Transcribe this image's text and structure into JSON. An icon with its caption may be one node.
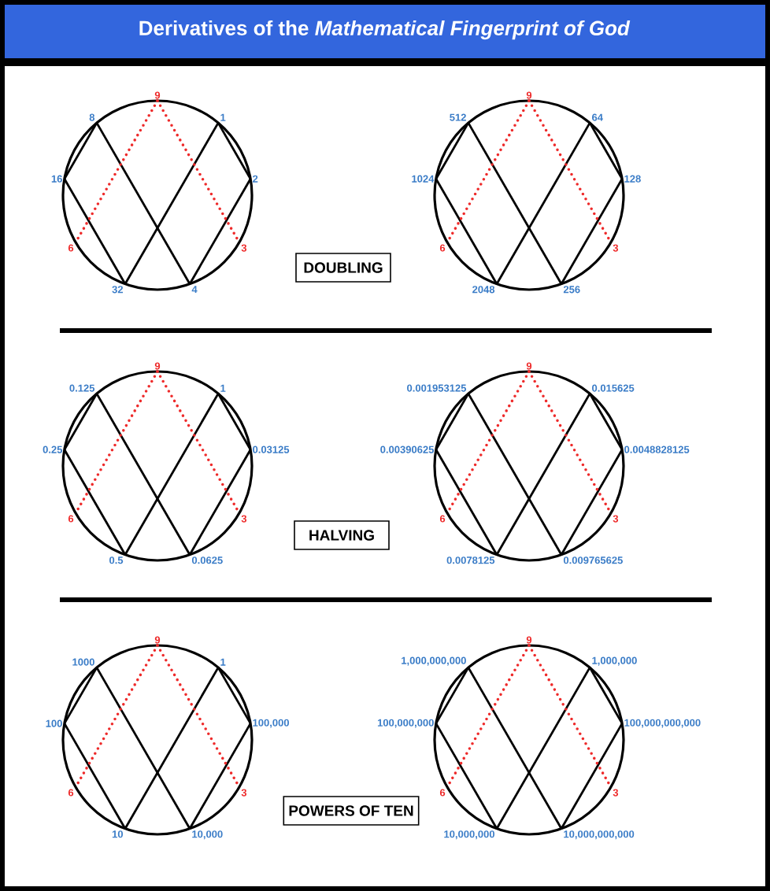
{
  "diagram": {
    "title": "Derivatives of the *Mathematical Fingerprint of God*",
    "nodes": [
      {
        "text": [
          "9"
        ]
      },
      {
        "text": [
          "8"
        ]
      },
      {
        "text": [
          "1"
        ]
      },
      {
        "text": [
          "16"
        ]
      },
      {
        "text": [
          "2"
        ]
      },
      {
        "text": [
          "6"
        ]
      },
      {
        "text": [
          "3"
        ]
      },
      {
        "text": [
          "32"
        ]
      },
      {
        "text": [
          "4"
        ]
      },
      {
        "text": [
          "9"
        ]
      },
      {
        "text": [
          "512"
        ]
      },
      {
        "text": [
          "64"
        ]
      },
      {
        "text": [
          "1024"
        ]
      },
      {
        "text": [
          "128"
        ]
      },
      {
        "text": [
          "6"
        ]
      },
      {
        "text": [
          "3"
        ]
      },
      {
        "text": [
          "2048"
        ]
      },
      {
        "text": [
          "256"
        ]
      },
      {
        "text": [
          "DOUBLING"
        ]
      },
      {
        "text": [
          "9"
        ]
      },
      {
        "text": [
          "0.125"
        ]
      },
      {
        "text": [
          "1"
        ]
      },
      {
        "text": [
          "0.25"
        ]
      },
      {
        "text": [
          "0.03125"
        ]
      },
      {
        "text": [
          "6"
        ]
      },
      {
        "text": [
          "3"
        ]
      },
      {
        "text": [
          "0.5"
        ]
      },
      {
        "text": [
          "0.0625"
        ]
      },
      {
        "text": [
          "9"
        ]
      },
      {
        "text": [
          "0.001953125"
        ]
      },
      {
        "text": [
          "0.015625"
        ]
      },
      {
        "text": [
          "0.00390625"
        ]
      },
      {
        "text": [
          "0.0048828125"
        ]
      },
      {
        "text": [
          "6"
        ]
      },
      {
        "text": [
          "3"
        ]
      },
      {
        "text": [
          "0.0078125"
        ]
      },
      {
        "text": [
          "0.009765625"
        ]
      },
      {
        "text": [
          "HALVING"
        ]
      },
      {
        "text": [
          "9"
        ]
      },
      {
        "text": [
          "1000"
        ]
      },
      {
        "text": [
          "1"
        ]
      },
      {
        "text": [
          "100"
        ]
      },
      {
        "text": [
          "100,000"
        ]
      },
      {
        "text": [
          "6"
        ]
      },
      {
        "text": [
          "3"
        ]
      },
      {
        "text": [
          "10"
        ]
      },
      {
        "text": [
          "10,000"
        ]
      },
      {
        "text": [
          "9"
        ]
      },
      {
        "text": [
          "1,000,000,000"
        ]
      },
      {
        "text": [
          "1,000,000"
        ]
      },
      {
        "text": [
          "100,000,000"
        ]
      },
      {
        "text": [
          "100,000,000,000"
        ]
      },
      {
        "text": [
          "6"
        ]
      },
      {
        "text": [
          "3"
        ]
      },
      {
        "text": [
          "10,000,000"
        ]
      },
      {
        "text": [
          "10,000,000,000"
        ]
      },
      {
        "text": [
          "POWERS OF TEN"
        ]
      }
    ],
    "edges": [
      {
        "from": 2,
        "to": 4,
        "arrow": "none"
      },
      {
        "from": 4,
        "to": 8,
        "arrow": "none"
      },
      {
        "from": 8,
        "to": 1,
        "arrow": "none"
      },
      {
        "from": 1,
        "to": 3,
        "arrow": "none"
      },
      {
        "from": 3,
        "to": 7,
        "arrow": "none"
      },
      {
        "from": 7,
        "to": 2,
        "arrow": "none"
      },
      {
        "from": 0,
        "to": 5,
        "arrow": "none",
        "style": "dashed",
        "color": "#ee2a2a"
      },
      {
        "from": 0,
        "to": 6,
        "arrow": "none",
        "style": "dashed",
        "color": "#ee2a2a"
      },
      {
        "from": 11,
        "to": 13,
        "arrow": "none"
      },
      {
        "from": 13,
        "to": 17,
        "arrow": "none"
      },
      {
        "from": 17,
        "to": 10,
        "arrow": "none"
      },
      {
        "from": 10,
        "to": 12,
        "arrow": "none"
      },
      {
        "from": 12,
        "to": 16,
        "arrow": "none"
      },
      {
        "from": 16,
        "to": 11,
        "arrow": "none"
      },
      {
        "from": 9,
        "to": 14,
        "arrow": "none",
        "style": "dashed",
        "color": "#ee2a2a"
      },
      {
        "from": 9,
        "to": 15,
        "arrow": "none",
        "style": "dashed",
        "color": "#ee2a2a"
      },
      {
        "from": 21,
        "to": 23,
        "arrow": "none"
      },
      {
        "from": 23,
        "to": 27,
        "arrow": "none"
      },
      {
        "from": 27,
        "to": 20,
        "arrow": "none"
      },
      {
        "from": 20,
        "to": 22,
        "arrow": "none"
      },
      {
        "from": 22,
        "to": 26,
        "arrow": "none"
      },
      {
        "from": 26,
        "to": 21,
        "arrow": "none"
      },
      {
        "from": 19,
        "to": 24,
        "arrow": "none",
        "style": "dashed",
        "color": "#ee2a2a"
      },
      {
        "from": 19,
        "to": 25,
        "arrow": "none",
        "style": "dashed",
        "color": "#ee2a2a"
      },
      {
        "from": 30,
        "to": 32,
        "arrow": "none"
      },
      {
        "from": 32,
        "to": 36,
        "arrow": "none"
      },
      {
        "from": 36,
        "to": 29,
        "arrow": "none"
      },
      {
        "from": 29,
        "to": 31,
        "arrow": "none"
      },
      {
        "from": 31,
        "to": 35,
        "arrow": "none"
      },
      {
        "from": 35,
        "to": 30,
        "arrow": "none"
      },
      {
        "from": 28,
        "to": 33,
        "arrow": "none",
        "style": "dashed",
        "color": "#ee2a2a"
      },
      {
        "from": 28,
        "to": 34,
        "arrow": "none",
        "style": "dashed",
        "color": "#ee2a2a"
      },
      {
        "from": 40,
        "to": 42,
        "arrow": "none"
      },
      {
        "from": 42,
        "to": 46,
        "arrow": "none"
      },
      {
        "from": 46,
        "to": 39,
        "arrow": "none"
      },
      {
        "from": 39,
        "to": 41,
        "arrow": "none"
      },
      {
        "from": 41,
        "to": 45,
        "arrow": "none"
      },
      {
        "from": 45,
        "to": 40,
        "arrow": "none"
      },
      {
        "from": 38,
        "to": 43,
        "arrow": "none",
        "style": "dashed",
        "color": "#ee2a2a"
      },
      {
        "from": 38,
        "to": 44,
        "arrow": "none",
        "style": "dashed",
        "color": "#ee2a2a"
      },
      {
        "from": 49,
        "to": 51,
        "arrow": "none"
      },
      {
        "from": 51,
        "to": 55,
        "arrow": "none"
      },
      {
        "from": 55,
        "to": 48,
        "arrow": "none"
      },
      {
        "from": 48,
        "to": 50,
        "arrow": "none"
      },
      {
        "from": 50,
        "to": 54,
        "arrow": "none"
      },
      {
        "from": 54,
        "to": 49,
        "arrow": "none"
      },
      {
        "from": 47,
        "to": 52,
        "arrow": "none",
        "style": "dashed",
        "color": "#ee2a2a"
      },
      {
        "from": 47,
        "to": 53,
        "arrow": "none",
        "style": "dashed",
        "color": "#ee2a2a"
      }
    ]
  }
}
